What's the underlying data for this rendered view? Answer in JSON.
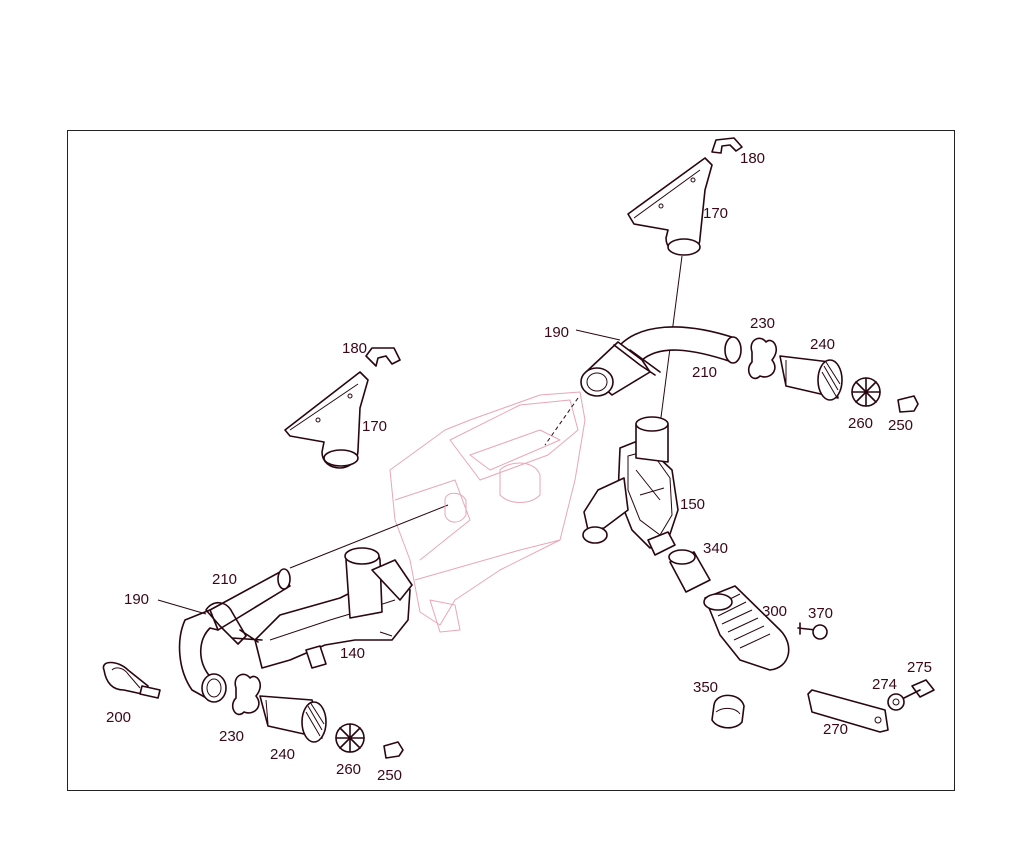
{
  "callouts": {
    "c180a": "180",
    "c170a": "170",
    "c190a": "190",
    "c230a": "230",
    "c240a": "240",
    "c210a": "210",
    "c260a": "260",
    "c250a": "250",
    "c150": "150",
    "c340": "340",
    "c300": "300",
    "c370": "370",
    "c180b": "180",
    "c170b": "170",
    "c210b": "210",
    "c190b": "190",
    "c140": "140",
    "c200": "200",
    "c230b": "230",
    "c240b": "240",
    "c260b": "260",
    "c250b": "250",
    "c350": "350",
    "c275": "275",
    "c274": "274",
    "c270": "270"
  }
}
